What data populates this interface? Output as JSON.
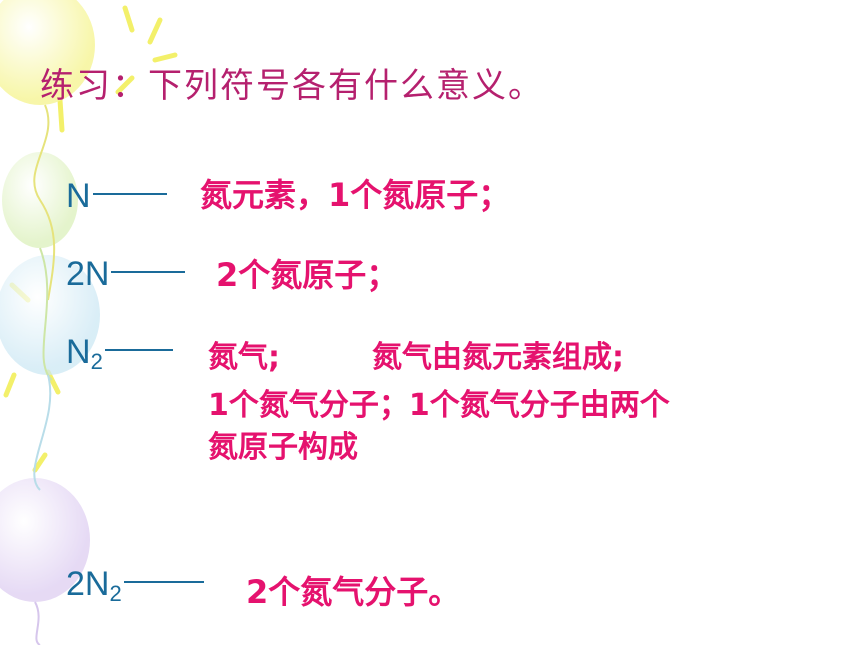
{
  "title": "练习：下列符号各有什么意义。",
  "rows": [
    {
      "symbol": "N",
      "subscript": "",
      "answer": "氮元素，1个氮原子；"
    },
    {
      "symbol": "2N",
      "subscript": "",
      "answer": "2个氮原子；"
    },
    {
      "symbol": "N",
      "subscript": "2",
      "answer_line1a": "氮气;",
      "answer_line1b": "氮气由氮元素组成;",
      "answer_line2": "1个氮气分子；1个氮气分子由两个",
      "answer_line3": "氮原子构成"
    },
    {
      "symbol": "2N",
      "subscript": "2",
      "answer": "2个氮气分子。"
    }
  ],
  "colors": {
    "title": "#b5206e",
    "symbol": "#1a6b9a",
    "answer": "#e5126e",
    "decoration": "#f3f06a"
  }
}
